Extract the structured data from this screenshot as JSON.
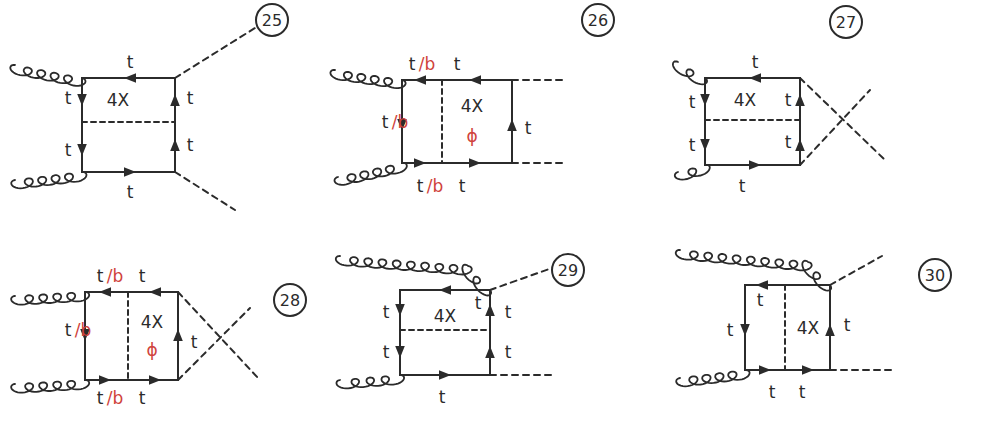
{
  "diagram": {
    "nodes": [
      {
        "text": [
          "25"
        ]
      },
      {
        "text": [
          "26"
        ]
      },
      {
        "text": [
          "27"
        ]
      },
      {
        "text": [
          "28"
        ]
      },
      {
        "text": [
          "29"
        ]
      },
      {
        "text": [
          "30"
        ]
      }
    ],
    "labels": [
      "t",
      "t",
      "t",
      "4X",
      "t",
      "t",
      "t",
      "t",
      "/b",
      "t",
      "t",
      "/b",
      "4X",
      "ϕ",
      "t",
      "t",
      "/b",
      "t",
      "t",
      "t",
      "t",
      "4X",
      "t",
      "t",
      "t",
      "t",
      "/b",
      "t",
      "t",
      "/b",
      "4X",
      "ϕ",
      "t",
      "t",
      "/b",
      "t",
      "t",
      "t",
      "t",
      "4X",
      "t",
      "t",
      "t",
      "t",
      "t",
      "4X",
      "t",
      "t",
      "t"
    ]
  }
}
